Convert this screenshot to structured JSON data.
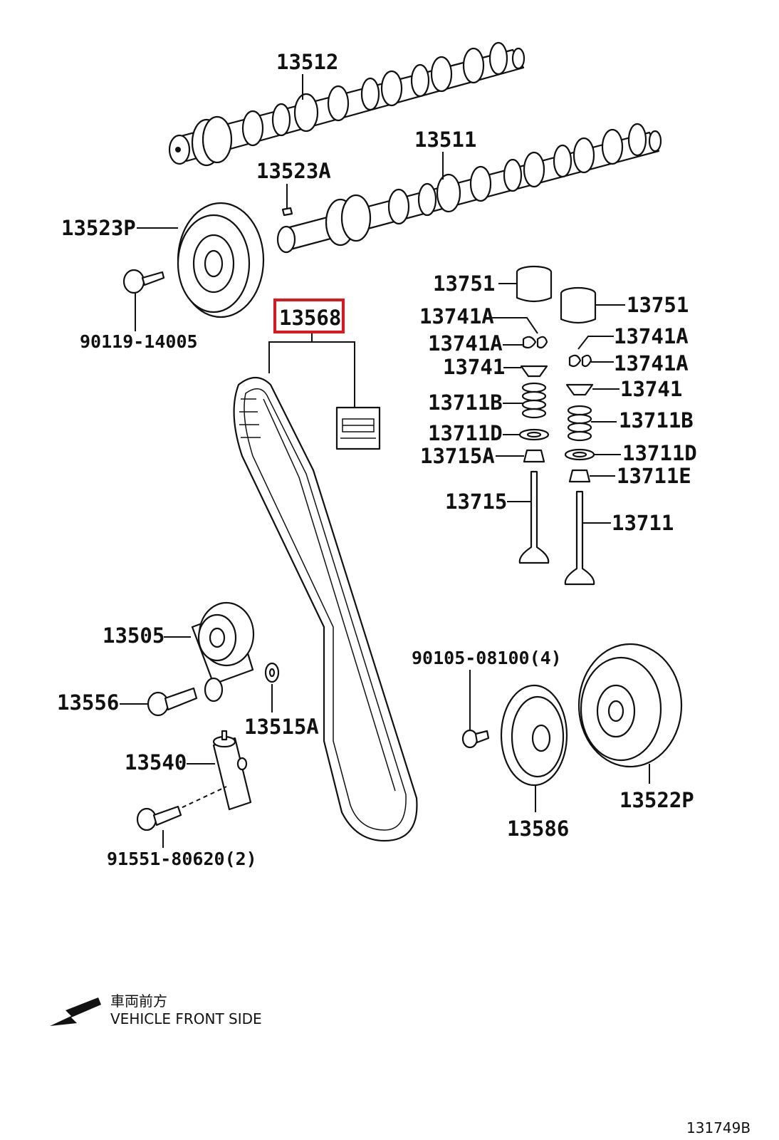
{
  "diagram_id": "131749B",
  "highlighted_part": "13568",
  "front_note": {
    "japanese": "車両前方",
    "english": "VEHICLE FRONT SIDE"
  },
  "callouts": {
    "camshaft_1": "13512",
    "camshaft_2": "13511",
    "pin": "13523A",
    "cam_pulley": "13523P",
    "pulley_bolt": "90119-14005",
    "timing_belt": "13568",
    "lifter_left": "13751",
    "lifter_right": "13751",
    "keeper_left_1": "13741A",
    "keeper_left_2": "13741A",
    "retainer_left": "13741",
    "spring_left": "13711B",
    "seat_left": "13711D",
    "seal_left": "13715A",
    "valve_left": "13715",
    "keeper_right_1": "13741A",
    "keeper_right_2": "13741A",
    "retainer_right": "13741",
    "spring_right": "13711B",
    "seat_right": "13711D",
    "seal_right": "13711E",
    "valve_right": "13711",
    "idler_pulley": "13505",
    "idler_bolt": "13556",
    "washer": "13515A",
    "tensioner": "13540",
    "tensioner_bolt": "91551-80620(2)",
    "guide_bolt": "90105-08100(4)",
    "belt_guide": "13586",
    "crank_pulley": "13522P"
  }
}
